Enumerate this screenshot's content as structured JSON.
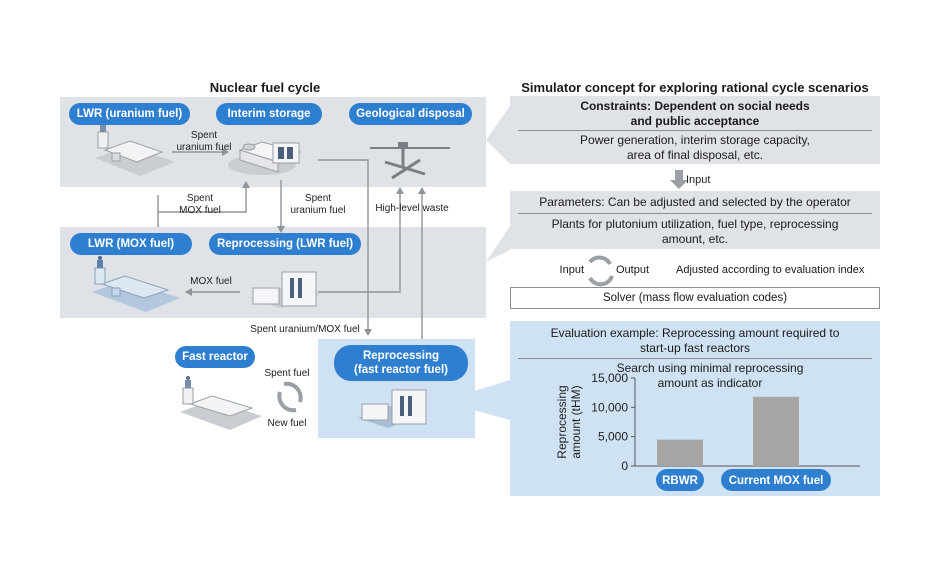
{
  "left": {
    "title": "Nuclear fuel cycle",
    "pills": {
      "lwr_uranium": "LWR (uranium fuel)",
      "interim": "Interim storage",
      "geological": "Geological disposal",
      "lwr_mox": "LWR (MOX fuel)",
      "reprocessing_lwr": "Reprocessing (LWR fuel)",
      "fast_reactor": "Fast reactor",
      "reprocessing_fr_line1": "Reprocessing",
      "reprocessing_fr_line2": "(fast reactor fuel)"
    },
    "labels": {
      "spent_uranium_1a": "Spent",
      "spent_uranium_1b": "uranium fuel",
      "spent_mox_a": "Spent",
      "spent_mox_b": "MOX fuel",
      "spent_uranium_2a": "Spent",
      "spent_uranium_2b": "uranium fuel",
      "high_level_waste": "High-level waste",
      "mox_fuel": "MOX fuel",
      "spent_uranium_mox": "Spent uranium/MOX fuel",
      "spent_fuel": "Spent fuel",
      "new_fuel": "New fuel"
    }
  },
  "right": {
    "title": "Simulator concept for exploring rational cycle scenarios",
    "constraints": {
      "heading_line1": "Constraints: Dependent on social needs",
      "heading_line2": "and public acceptance",
      "body_line1": "Power generation, interim storage capacity,",
      "body_line2": "area of final disposal, etc."
    },
    "input_arrow_label": "Input",
    "parameters": {
      "heading": "Parameters: Can be adjusted and selected by the operator",
      "body_line1": "Plants for plutonium utilization, fuel type, reprocessing",
      "body_line2": "amount, etc."
    },
    "loop": {
      "input": "Input",
      "output": "Output",
      "note": "Adjusted according to evaluation index"
    },
    "solver": "Solver (mass flow evaluation codes)",
    "evaluation": {
      "heading_line1": "Evaluation example: Reprocessing amount required to",
      "heading_line2": "start-up fast reactors",
      "sub_line1": "Search using minimal reprocessing",
      "sub_line2": "amount as indicator"
    }
  },
  "chart_data": {
    "type": "bar",
    "categories": [
      "RBWR",
      "Current MOX fuel"
    ],
    "values": [
      4500,
      11800
    ],
    "ylabel_line1": "Reprocessing",
    "ylabel_line2": "amount (tHM)",
    "yticks": [
      "15,000",
      "10,000",
      "5,000",
      "0"
    ],
    "ylim": [
      0,
      15000
    ],
    "bar_color": "#a6a6a6",
    "category_pill_color": "#2f7fd0"
  },
  "colors": {
    "panel_gray": "#dfe3e7",
    "panel_blue": "#cfe2f3",
    "accent_blue": "#2f7fd0",
    "arrow_gray": "#8f9499"
  }
}
